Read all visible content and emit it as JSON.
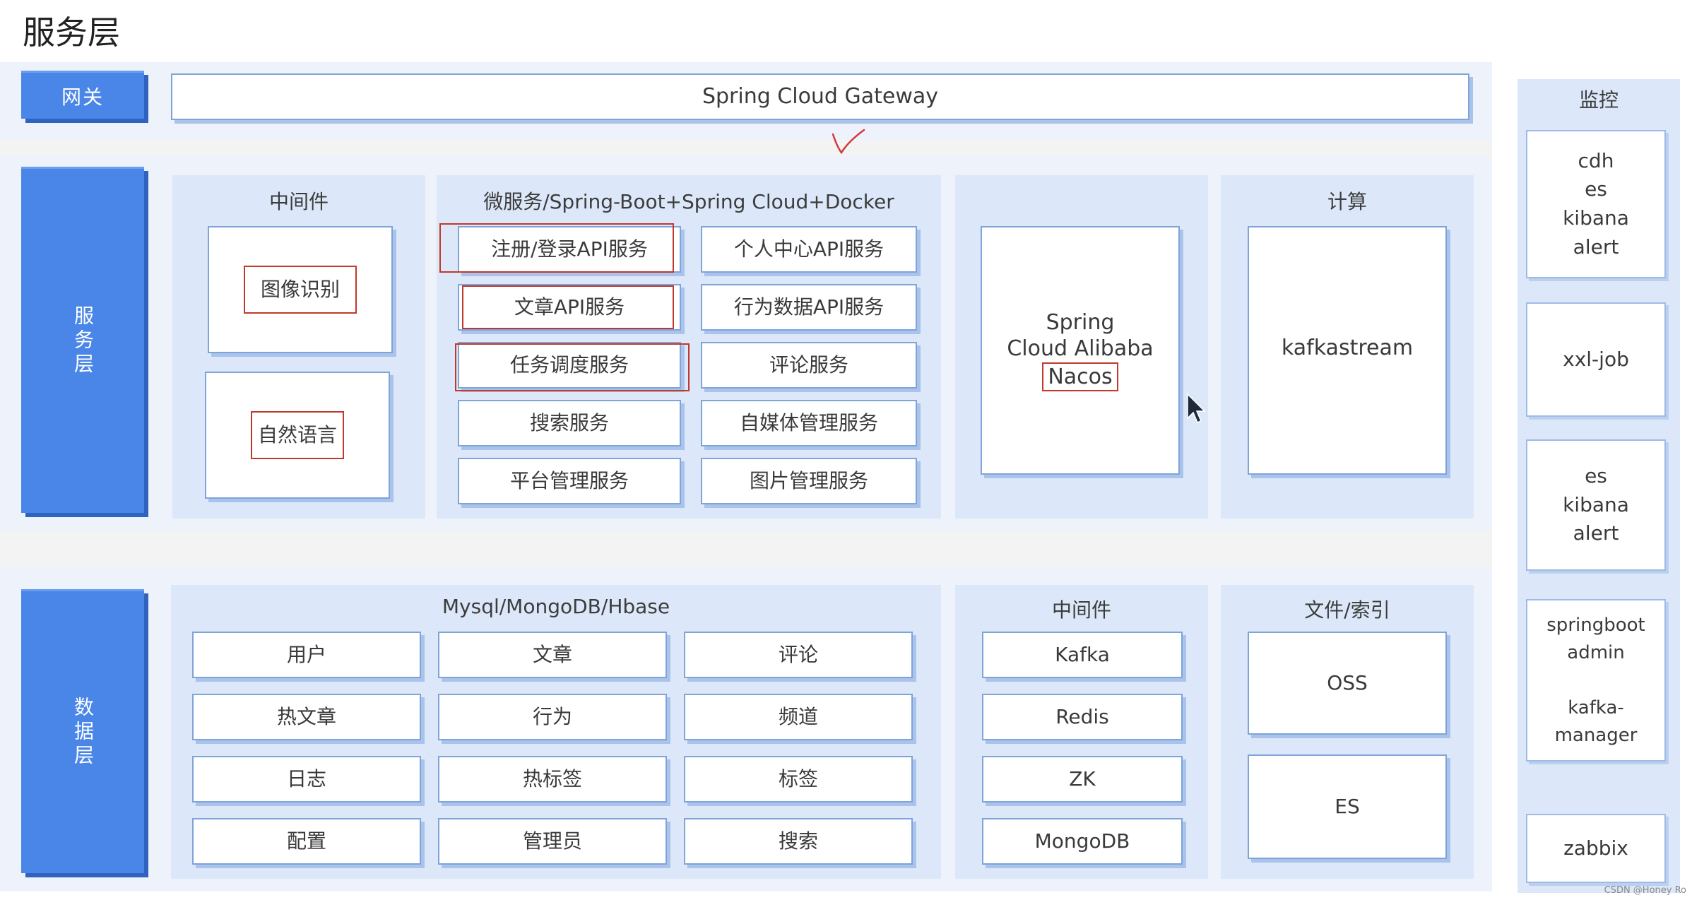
{
  "page_title": "服务层",
  "gateway": {
    "layer_label": "网关",
    "name": "Spring Cloud Gateway"
  },
  "service_layer": {
    "layer_label": "服务层",
    "middleware": {
      "title": "中间件",
      "items": [
        "图像识别",
        "自然语言"
      ]
    },
    "microservices": {
      "title": "微服务/Spring-Boot+Spring Cloud+Docker",
      "left": [
        "注册/登录API服务",
        "文章API服务",
        "任务调度服务",
        "搜索服务",
        "平台管理服务"
      ],
      "right": [
        "个人中心API服务",
        "行为数据API服务",
        "评论服务",
        "自媒体管理服务",
        "图片管理服务"
      ]
    },
    "registry": {
      "line1": "Spring",
      "line2": "Cloud Alibaba",
      "line3": "Nacos"
    },
    "compute": {
      "title": "计算",
      "item": "kafkastream"
    }
  },
  "data_layer": {
    "layer_label": "数据层",
    "db": {
      "title": "Mysql/MongoDB/Hbase",
      "items": [
        "用户",
        "文章",
        "评论",
        "热文章",
        "行为",
        "频道",
        "日志",
        "热标签",
        "标签",
        "配置",
        "管理员",
        "搜索"
      ]
    },
    "middleware": {
      "title": "中间件",
      "items": [
        "Kafka",
        "Redis",
        "ZK",
        "MongoDB"
      ]
    },
    "files": {
      "title": "文件/索引",
      "items": [
        "OSS",
        "ES"
      ]
    }
  },
  "monitor": {
    "title": "监控",
    "items": [
      "cdh\nes\nkibana\nalert",
      "xxl-job",
      "es\nkibana\nalert",
      "springboot\nadmin\n\nkafka-\nmanager",
      "zabbix"
    ]
  },
  "watermark": "CSDN @Honey Ro"
}
